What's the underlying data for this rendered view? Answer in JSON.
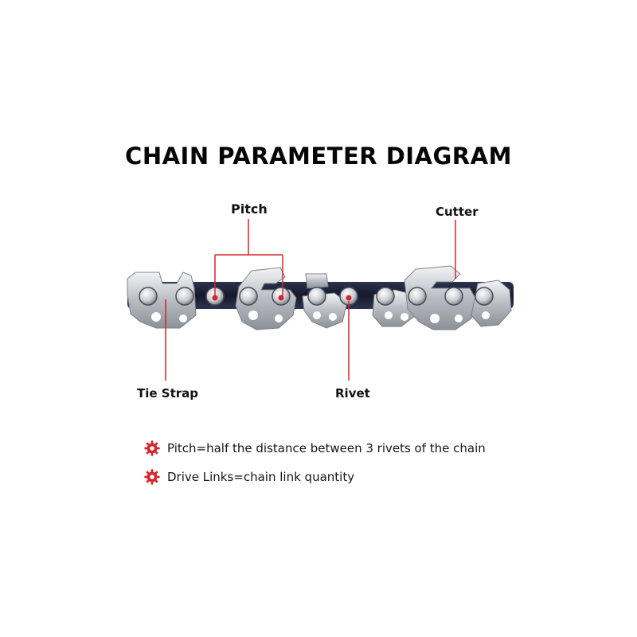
{
  "title": "CHAIN PARAMETER DIAGRAM",
  "labels": {
    "pitch": "Pitch",
    "cutter": "Cutter",
    "tie_strap": "Tie Strap",
    "rivet": "Rivet"
  },
  "notes": [
    {
      "text": "Pitch=half the distance between 3 rivets of the chain",
      "icon": "gear-icon"
    },
    {
      "text": "Drive Links=chain link quantity",
      "icon": "gear-icon"
    }
  ],
  "colors": {
    "accent": "#d7262b",
    "chain_dark": "#1c2438",
    "chain_steel": "#c9ccd0"
  }
}
